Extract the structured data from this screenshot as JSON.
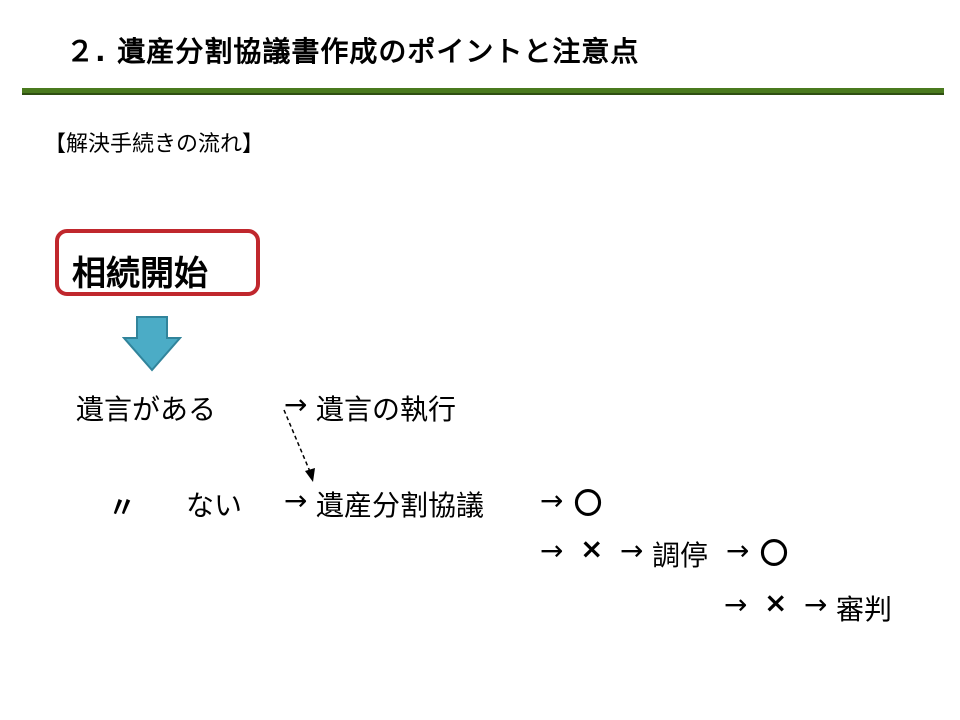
{
  "header": {
    "title": "２. 遺産分割協議書作成のポイントと注意点"
  },
  "section": {
    "heading": "【解決手続きの流れ】"
  },
  "flow": {
    "start": "相続開始",
    "row1_label": "遺言がある",
    "row1_arrow": "→",
    "row1_result": "遺言の執行",
    "row2_ditto": "〃",
    "row2_label": "ない",
    "row2_arrow": "→",
    "row2_result": "遺産分割協議",
    "row2_arrow2": "→",
    "row2_outcome": "〇",
    "row3_arrow": "→",
    "row3_fail": "×",
    "row3_arrow2": "→",
    "row3_result": "調停",
    "row3_arrow3": "→",
    "row3_outcome": "〇",
    "row4_arrow": "→",
    "row4_fail": "×",
    "row4_arrow2": "→",
    "row4_result": "審判"
  },
  "colors": {
    "title_rule": "#4a7a1e",
    "start_border": "#c0272d",
    "down_arrow_fill": "#4bacc6",
    "down_arrow_stroke": "#31849b"
  },
  "icons": {
    "down_arrow": "down-arrow-icon",
    "dashed_arrow": "dashed-arrow-icon"
  }
}
